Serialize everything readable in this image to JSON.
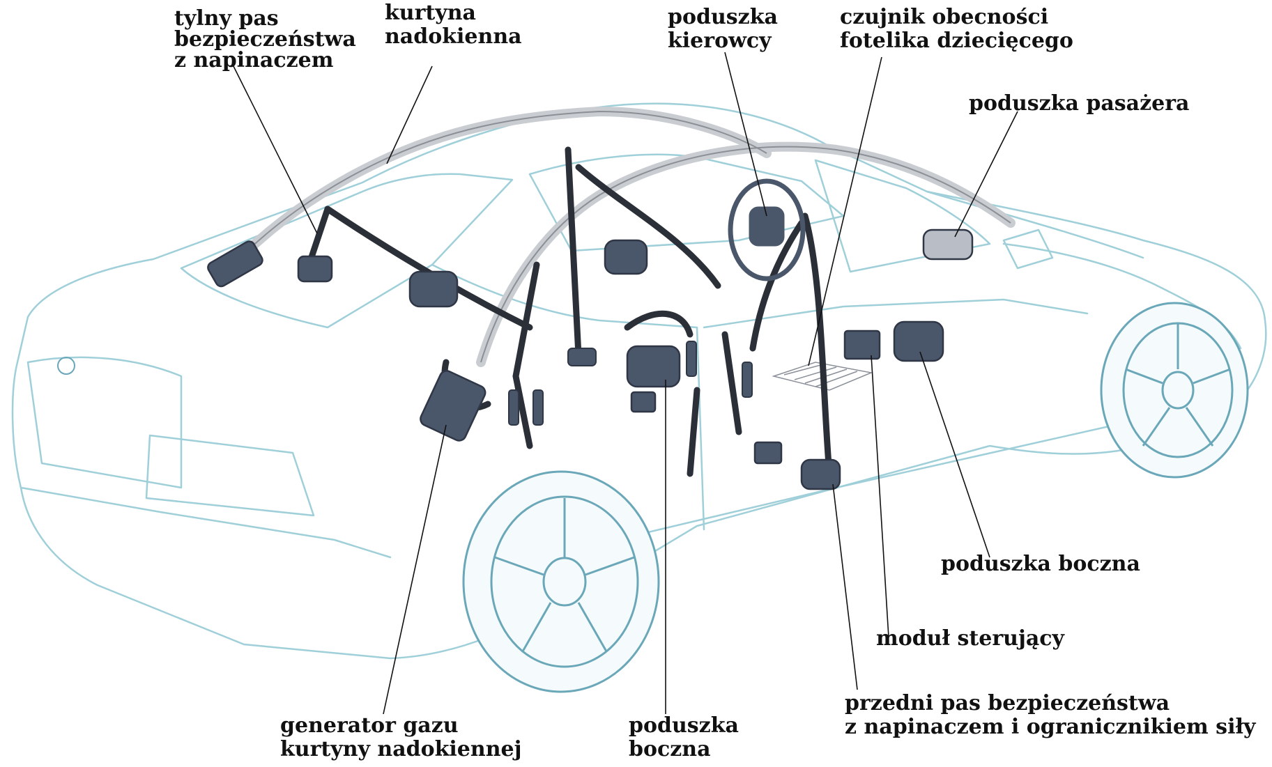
{
  "labels": {
    "rear_belt": [
      "tylny pas",
      "bezpieczeństwa",
      "z napinaczem"
    ],
    "curtain": [
      "kurtyna",
      "nadokienna"
    ],
    "driver_airbag": [
      "poduszka",
      "kierowcy"
    ],
    "child_seat_sensor": [
      "czujnik obecności",
      "fotelika dziecięcego"
    ],
    "passenger_airbag": [
      "poduszka pasażera"
    ],
    "side_airbag_front": [
      "poduszka boczna"
    ],
    "control_module": [
      "moduł sterujący"
    ],
    "front_belt": [
      "przedni pas bezpieczeństwa",
      "z napinaczem i ogranicznikiem siły"
    ],
    "side_airbag_rear": [
      "poduszka",
      "boczna"
    ],
    "curtain_gas_generator": [
      "generator gazu",
      "kurtyny nadokiennej"
    ]
  },
  "colors": {
    "outline": "#9fcfd9",
    "outline_dark": "#6aa7b8",
    "component": "#4a5669",
    "component_dark": "#2f3747",
    "belt": "#2b2f38",
    "rail": "#c9cdd2",
    "leader": "#111111",
    "text": "#111111"
  }
}
